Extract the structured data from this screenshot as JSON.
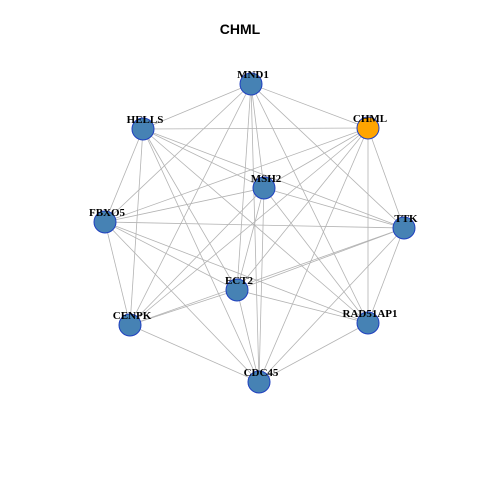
{
  "title": "CHML",
  "colors": {
    "default_node": "#4682b4",
    "highlight_node": "#ffa500",
    "node_border": "#1f3fbf",
    "edge": "#b3b3b3"
  },
  "nodes": [
    {
      "id": "MND1",
      "label": "MND1",
      "highlight": false
    },
    {
      "id": "CHML",
      "label": "CHML",
      "highlight": true
    },
    {
      "id": "HELLS",
      "label": "HELLS",
      "highlight": false
    },
    {
      "id": "MSH2",
      "label": "MSH2",
      "highlight": false
    },
    {
      "id": "FBXO5",
      "label": "FBXO5",
      "highlight": false
    },
    {
      "id": "TTK",
      "label": "TTK",
      "highlight": false
    },
    {
      "id": "ECT2",
      "label": "ECT2",
      "highlight": false
    },
    {
      "id": "CENPK",
      "label": "CENPK",
      "highlight": false
    },
    {
      "id": "RAD51AP1",
      "label": "RAD51AP1",
      "highlight": false
    },
    {
      "id": "CDC45",
      "label": "CDC45",
      "highlight": false
    }
  ],
  "edges": [
    [
      "MND1",
      "HELLS"
    ],
    [
      "MND1",
      "CHML"
    ],
    [
      "MND1",
      "MSH2"
    ],
    [
      "MND1",
      "FBXO5"
    ],
    [
      "MND1",
      "TTK"
    ],
    [
      "MND1",
      "ECT2"
    ],
    [
      "MND1",
      "CENPK"
    ],
    [
      "MND1",
      "RAD51AP1"
    ],
    [
      "MND1",
      "CDC45"
    ],
    [
      "HELLS",
      "CHML"
    ],
    [
      "HELLS",
      "MSH2"
    ],
    [
      "HELLS",
      "FBXO5"
    ],
    [
      "HELLS",
      "TTK"
    ],
    [
      "HELLS",
      "ECT2"
    ],
    [
      "HELLS",
      "CENPK"
    ],
    [
      "HELLS",
      "RAD51AP1"
    ],
    [
      "HELLS",
      "CDC45"
    ],
    [
      "CHML",
      "MSH2"
    ],
    [
      "CHML",
      "FBXO5"
    ],
    [
      "CHML",
      "TTK"
    ],
    [
      "CHML",
      "ECT2"
    ],
    [
      "CHML",
      "CENPK"
    ],
    [
      "CHML",
      "RAD51AP1"
    ],
    [
      "CHML",
      "CDC45"
    ],
    [
      "MSH2",
      "FBXO5"
    ],
    [
      "MSH2",
      "TTK"
    ],
    [
      "MSH2",
      "ECT2"
    ],
    [
      "MSH2",
      "CENPK"
    ],
    [
      "MSH2",
      "RAD51AP1"
    ],
    [
      "MSH2",
      "CDC45"
    ],
    [
      "FBXO5",
      "TTK"
    ],
    [
      "FBXO5",
      "ECT2"
    ],
    [
      "FBXO5",
      "CENPK"
    ],
    [
      "FBXO5",
      "RAD51AP1"
    ],
    [
      "FBXO5",
      "CDC45"
    ],
    [
      "TTK",
      "ECT2"
    ],
    [
      "TTK",
      "CENPK"
    ],
    [
      "TTK",
      "RAD51AP1"
    ],
    [
      "TTK",
      "CDC45"
    ],
    [
      "ECT2",
      "CENPK"
    ],
    [
      "ECT2",
      "RAD51AP1"
    ],
    [
      "ECT2",
      "CDC45"
    ],
    [
      "CENPK",
      "CDC45"
    ],
    [
      "RAD51AP1",
      "CDC45"
    ]
  ]
}
